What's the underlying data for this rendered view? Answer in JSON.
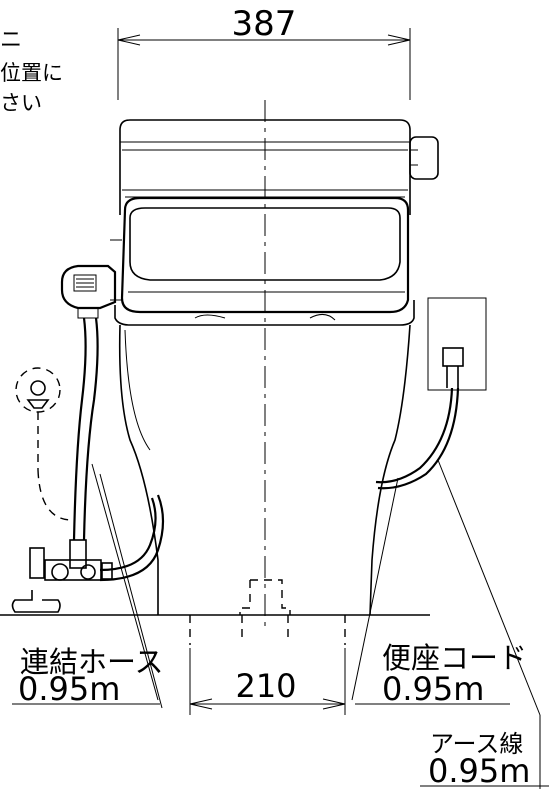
{
  "note": {
    "line1": "ニ",
    "line2": "位置に",
    "line3": "さい"
  },
  "dimensions": {
    "width_top": "387",
    "width_bottom": "210"
  },
  "callouts": {
    "hose_label": "連結ホース",
    "hose_length": "0.95m",
    "seat_cord_label": "便座コード",
    "seat_cord_length": "0.95m",
    "earth_label": "アース線",
    "earth_length": "0.95m"
  }
}
